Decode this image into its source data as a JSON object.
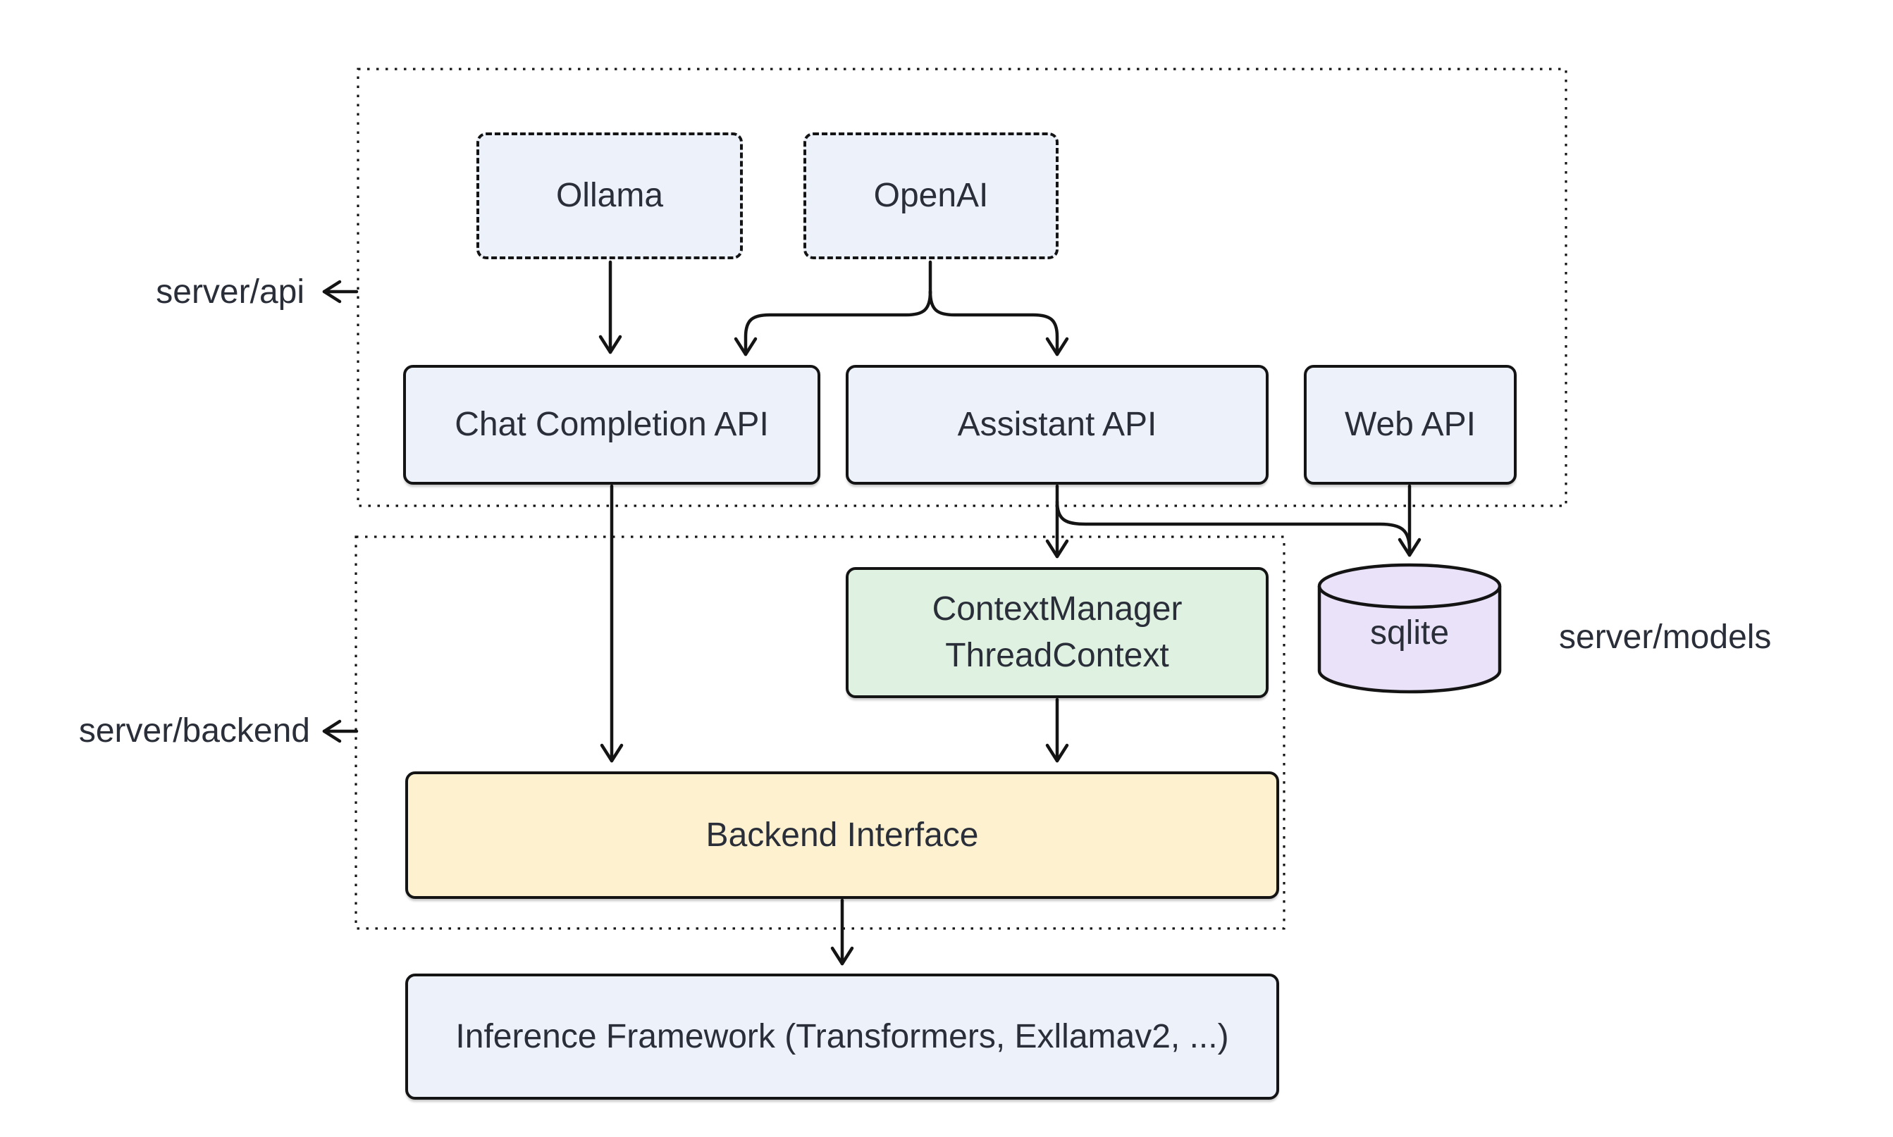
{
  "diagram": {
    "type": "architecture-flowchart",
    "background": "#ffffff"
  },
  "colors": {
    "node_blue_fill": "#ecf1fa",
    "node_green_fill": "#dff2e2",
    "node_yellow_fill": "#fdf1cf",
    "cylinder_purple_fill": "#eae2f8",
    "stroke": "#141414",
    "text": "#2a2e38"
  },
  "groups": {
    "server_api": {
      "label": "server/api"
    },
    "server_backend": {
      "label": "server/backend"
    },
    "server_models": {
      "label": "server/models"
    }
  },
  "nodes": {
    "ollama": {
      "label": "Ollama",
      "style": "dashed"
    },
    "openai": {
      "label": "OpenAI",
      "style": "dashed"
    },
    "chat_api": {
      "label": "Chat Completion API",
      "style": "solid-blue"
    },
    "assistant_api": {
      "label": "Assistant API",
      "style": "solid-blue"
    },
    "web_api": {
      "label": "Web API",
      "style": "solid-blue"
    },
    "context": {
      "line1": "ContextManager",
      "line2": "ThreadContext",
      "style": "solid-green"
    },
    "backend": {
      "label": "Backend Interface",
      "style": "solid-yellow"
    },
    "inference": {
      "label": "Inference Framework (Transformers, Exllamav2, ...)",
      "style": "solid-blue"
    },
    "sqlite": {
      "label": "sqlite",
      "style": "cylinder-purple"
    }
  },
  "edges": [
    {
      "from": "Ollama",
      "to": "Chat Completion API"
    },
    {
      "from": "OpenAI",
      "to": "Chat Completion API"
    },
    {
      "from": "OpenAI",
      "to": "Assistant API"
    },
    {
      "from": "Chat Completion API",
      "to": "Backend Interface"
    },
    {
      "from": "Assistant API",
      "to": "ContextManager ThreadContext"
    },
    {
      "from": "Assistant API",
      "to": "sqlite"
    },
    {
      "from": "Web API",
      "to": "sqlite"
    },
    {
      "from": "ContextManager ThreadContext",
      "to": "Backend Interface"
    },
    {
      "from": "Backend Interface",
      "to": "Inference Framework (Transformers, Exllamav2, ...)"
    }
  ]
}
